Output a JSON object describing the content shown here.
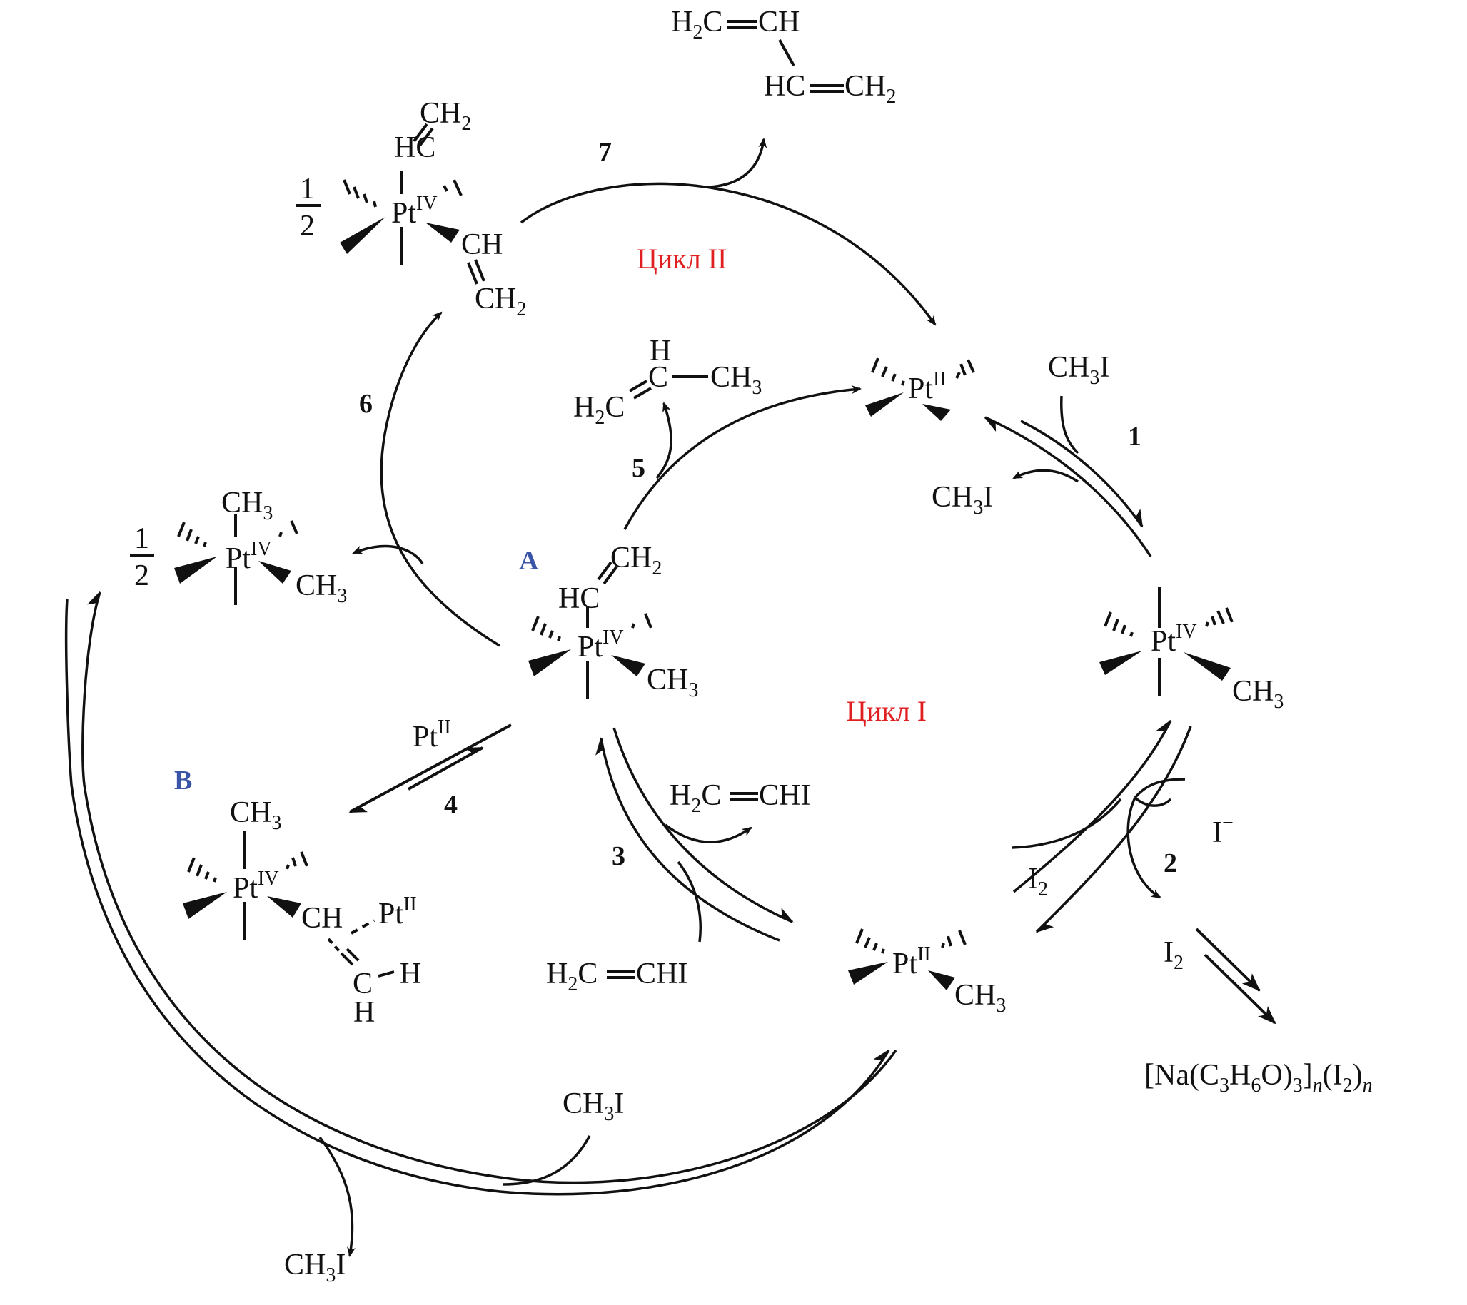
{
  "diagram": {
    "title": "Catalytic cycles of Pt(II)/Pt(IV) vinyl/methyl transformations",
    "colors": {
      "cycle_label": "#e02020",
      "intermediate_label": "#3a54a8",
      "ink": "#111111"
    },
    "cycles": [
      {
        "id": "I",
        "label": "Цикл I"
      },
      {
        "id": "II",
        "label": "Цикл II"
      }
    ],
    "intermediate_labels": {
      "A": "A",
      "B": "B"
    },
    "steps": [
      "1",
      "2",
      "3",
      "4",
      "5",
      "6",
      "7"
    ],
    "species": {
      "butadiene": {
        "line1": [
          "H",
          "2",
          "C",
          "═",
          "CH"
        ],
        "line2": [
          "HC",
          "═",
          "CH",
          "2"
        ]
      },
      "pt4_divinyl": {
        "coef_num": "1",
        "coef_den": "2",
        "metal": "Pt",
        "ox": "IV",
        "ligand_top_a": "HC",
        "ligand_top_b": "CH",
        "ligand_top_b_sub": "2",
        "ligand_right_a": "CH",
        "ligand_right_b": "CH",
        "ligand_right_b_sub": "2"
      },
      "propene": {
        "h": "H",
        "c": "C",
        "ch3": "CH",
        "ch3_sub": "3",
        "h2c": "H",
        "h2c_sub": "2",
        "h2c_c": "C"
      },
      "pt2_top": {
        "metal": "Pt",
        "ox": "II"
      },
      "ch3i_in_1": {
        "a": "CH",
        "sub": "3",
        "b": "I"
      },
      "ch3i_out_1": {
        "a": "CH",
        "sub": "3",
        "b": "I"
      },
      "pt4_methyl_right": {
        "metal": "Pt",
        "ox": "IV",
        "ch3": "CH",
        "sub": "3"
      },
      "pt4_dimethyl": {
        "coef_num": "1",
        "coef_den": "2",
        "metal": "Pt",
        "ox": "IV",
        "top": "CH",
        "top_sub": "3",
        "right": "CH",
        "right_sub": "3"
      },
      "A": {
        "metal": "Pt",
        "ox": "IV",
        "vinyl_a": "HC",
        "vinyl_b": "CH",
        "vinyl_b_sub": "2",
        "ch3": "CH",
        "ch3_sub": "3"
      },
      "step4_reagent": {
        "metal": "Pt",
        "ox": "II"
      },
      "B": {
        "metal": "Pt",
        "ox": "IV",
        "top": "CH",
        "top_sub": "3",
        "ch": "CH",
        "pt": "Pt",
        "pt_ox": "II",
        "c": "C",
        "h1": "H",
        "h2": "H"
      },
      "vinyl_iodide_out": {
        "a": "H",
        "sub": "2",
        "b": "C",
        "c": "CHI"
      },
      "vinyl_iodide_in": {
        "a": "H",
        "sub": "2",
        "b": "C",
        "c": "CHI"
      },
      "pt2_methyl": {
        "metal": "Pt",
        "ox": "II",
        "ch3": "CH",
        "sub": "3"
      },
      "iodide": {
        "a": "I",
        "charge": "−"
      },
      "i2_in": {
        "a": "I",
        "sub": "2"
      },
      "i2_out": {
        "a": "I",
        "sub": "2"
      },
      "product_na": {
        "text_a": "[Na(C",
        "s1": "3",
        "text_b": "H",
        "s2": "6",
        "text_c": "O)",
        "s3": "3",
        "text_d": "]",
        "n1": "n",
        "text_e": "(I",
        "s4": "2",
        "text_f": ")",
        "n2": "n"
      },
      "ch3i_bottom_in": {
        "a": "CH",
        "sub": "3",
        "b": "I"
      },
      "ch3i_bottom_out": {
        "a": "CH",
        "sub": "3",
        "b": "I"
      }
    }
  }
}
